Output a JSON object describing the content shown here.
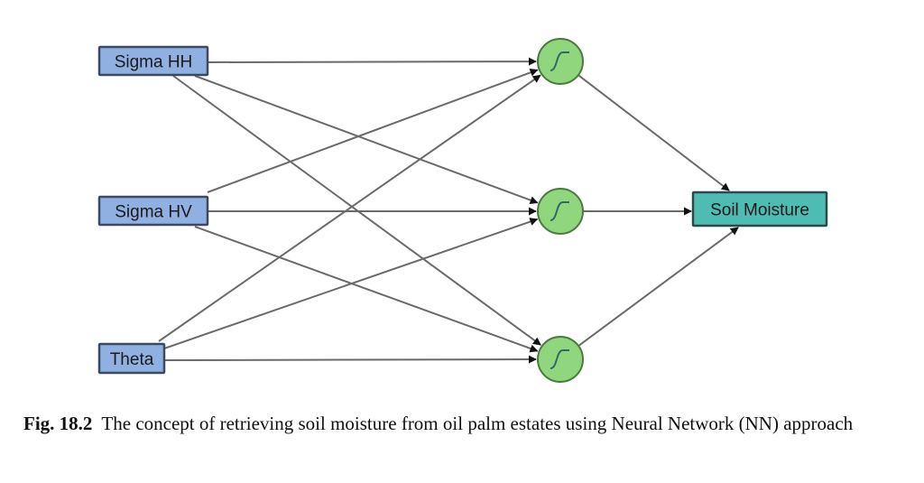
{
  "figure": {
    "inputs": [
      {
        "id": "in0",
        "label": "Sigma HH"
      },
      {
        "id": "in1",
        "label": "Sigma HV"
      },
      {
        "id": "in2",
        "label": "Theta"
      }
    ],
    "hidden": [
      {
        "id": "h0",
        "activation": "sigmoid"
      },
      {
        "id": "h1",
        "activation": "sigmoid"
      },
      {
        "id": "h2",
        "activation": "sigmoid"
      }
    ],
    "output": {
      "id": "out",
      "label": "Soil Moisture"
    },
    "colors": {
      "input_fill": "#8fb0e0",
      "input_stroke": "#3c4a60",
      "hidden_fill": "#8fd67c",
      "hidden_stroke": "#4a7a40",
      "sigmoid_stroke": "#2e6a6a",
      "output_fill": "#4fbcb4",
      "output_stroke": "#2c4a48",
      "edge": "#6a6a6a"
    }
  },
  "caption": {
    "label": "Fig. 18.2",
    "text": "The concept of retrieving soil moisture from oil palm estates using Neural Network (NN) approach"
  }
}
